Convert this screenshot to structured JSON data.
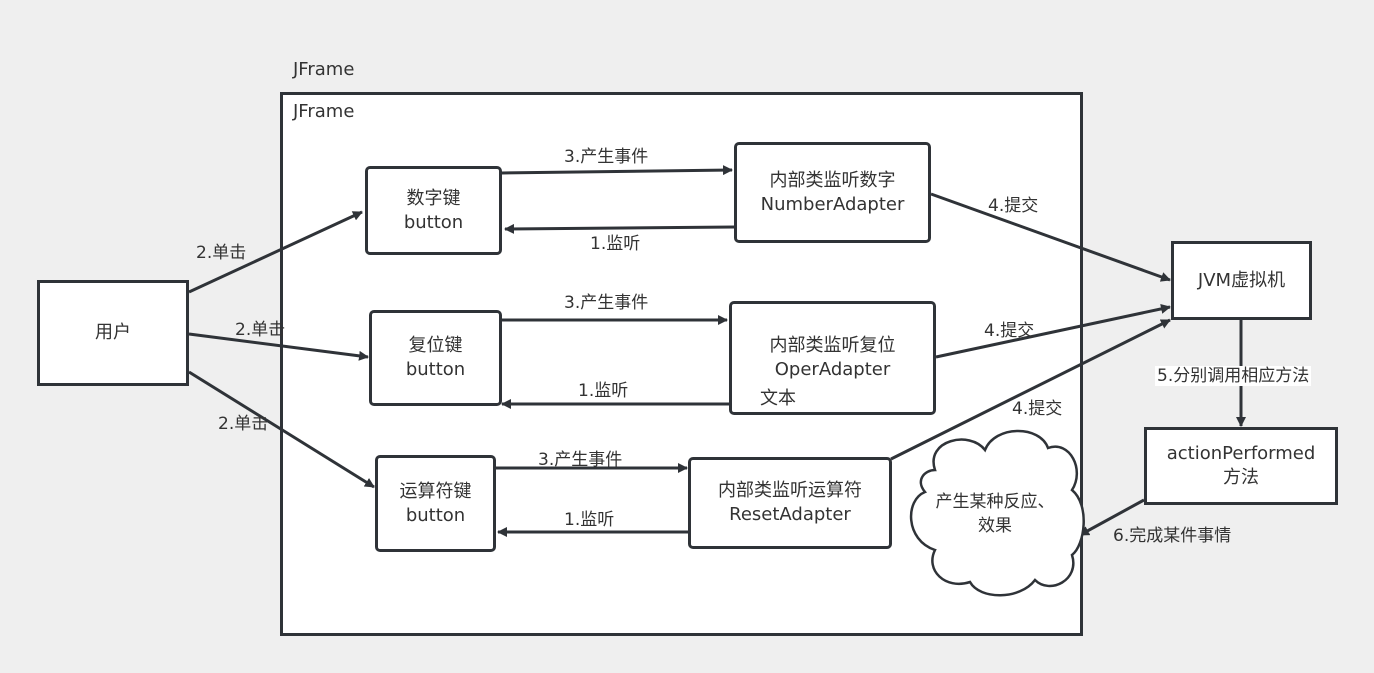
{
  "outer_label": "JFrame",
  "frame": {
    "label": "JFrame"
  },
  "user": {
    "label": "用户"
  },
  "buttons": [
    {
      "line1": "数字键",
      "line2": "button"
    },
    {
      "line1": "复位键",
      "line2": "button"
    },
    {
      "line1": "运算符键",
      "line2": "button"
    }
  ],
  "adapters": [
    {
      "line1": "内部类监听数字",
      "line2": "NumberAdapter"
    },
    {
      "line1": "内部类监听复位",
      "line2": "OperAdapter",
      "extra": "文本"
    },
    {
      "line1": "内部类监听运算符",
      "line2": "ResetAdapter"
    }
  ],
  "jvm": {
    "label": "JVM虚拟机"
  },
  "action": {
    "line1": "actionPerformed",
    "line2": "方法"
  },
  "cloud": {
    "line1": "产生某种反应、",
    "line2": "效果"
  },
  "edges": {
    "click": [
      "2.单击",
      "2.单击",
      "2.单击"
    ],
    "event": [
      "3.产生事件",
      "3.产生事件",
      "3.产生事件"
    ],
    "listen": [
      "1.监听",
      "1.监听",
      "1.监听"
    ],
    "submit": [
      "4.提交",
      "4.提交",
      "4.提交"
    ],
    "invoke": "5.分别调用相应方法",
    "complete": "6.完成某件事情"
  },
  "colors": {
    "stroke": "#2f3338",
    "background": "#efefef",
    "box": "#ffffff"
  }
}
